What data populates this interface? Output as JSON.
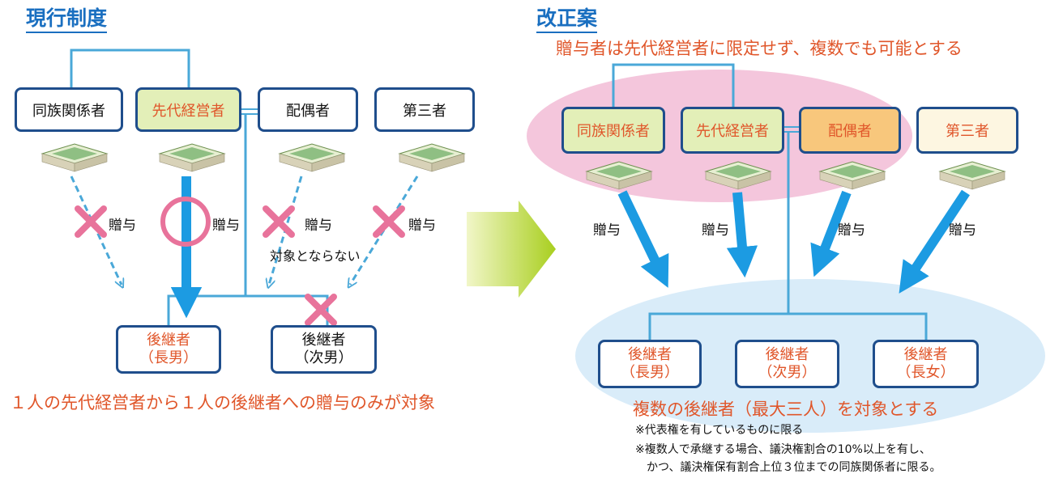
{
  "current": {
    "heading": "現行制度",
    "persons": [
      "同族関係者",
      "先代経営者",
      "配偶者",
      "第三者"
    ],
    "gift_label": "贈与",
    "not_applicable": "対象とならない",
    "successors": [
      {
        "line1": "後継者",
        "line2": "（長男）"
      },
      {
        "line1": "後継者",
        "line2": "（次男）"
      }
    ],
    "summary": "１人の先代経営者から１人の後継者への贈与のみが対象"
  },
  "reform": {
    "heading": "改正案",
    "subtitle": "贈与者は先代経営者に限定せず、複数でも可能とする",
    "persons": [
      "同族関係者",
      "先代経営者",
      "配偶者",
      "第三者"
    ],
    "gift_label": "贈与",
    "successors": [
      {
        "line1": "後継者",
        "line2": "（長男）"
      },
      {
        "line1": "後継者",
        "line2": "（次男）"
      },
      {
        "line1": "後継者",
        "line2": "（長女）"
      }
    ],
    "summary": "複数の後継者（最大三人）を対象とする",
    "notes": [
      "※代表権を有しているものに限る",
      "※複数人で承継する場合、議決権割合の10%以上を有し、",
      "　かつ、議決権保有割合上位３位までの同族関係者に限る。"
    ]
  },
  "colors": {
    "heading": "#1a6fc0",
    "box_border": "#1f4e8c",
    "accent_orange": "#e0562a",
    "line_blue": "#4aa8d8",
    "arrow_blue": "#1c9be2",
    "cross_pink": "#e8739b",
    "pink_ellipse": "#f4c6dc",
    "blue_ellipse": "#d9ecf9",
    "green_box": "#e3efb8",
    "orange_box": "#f8c77c",
    "cream_box": "#fdf6e1"
  }
}
